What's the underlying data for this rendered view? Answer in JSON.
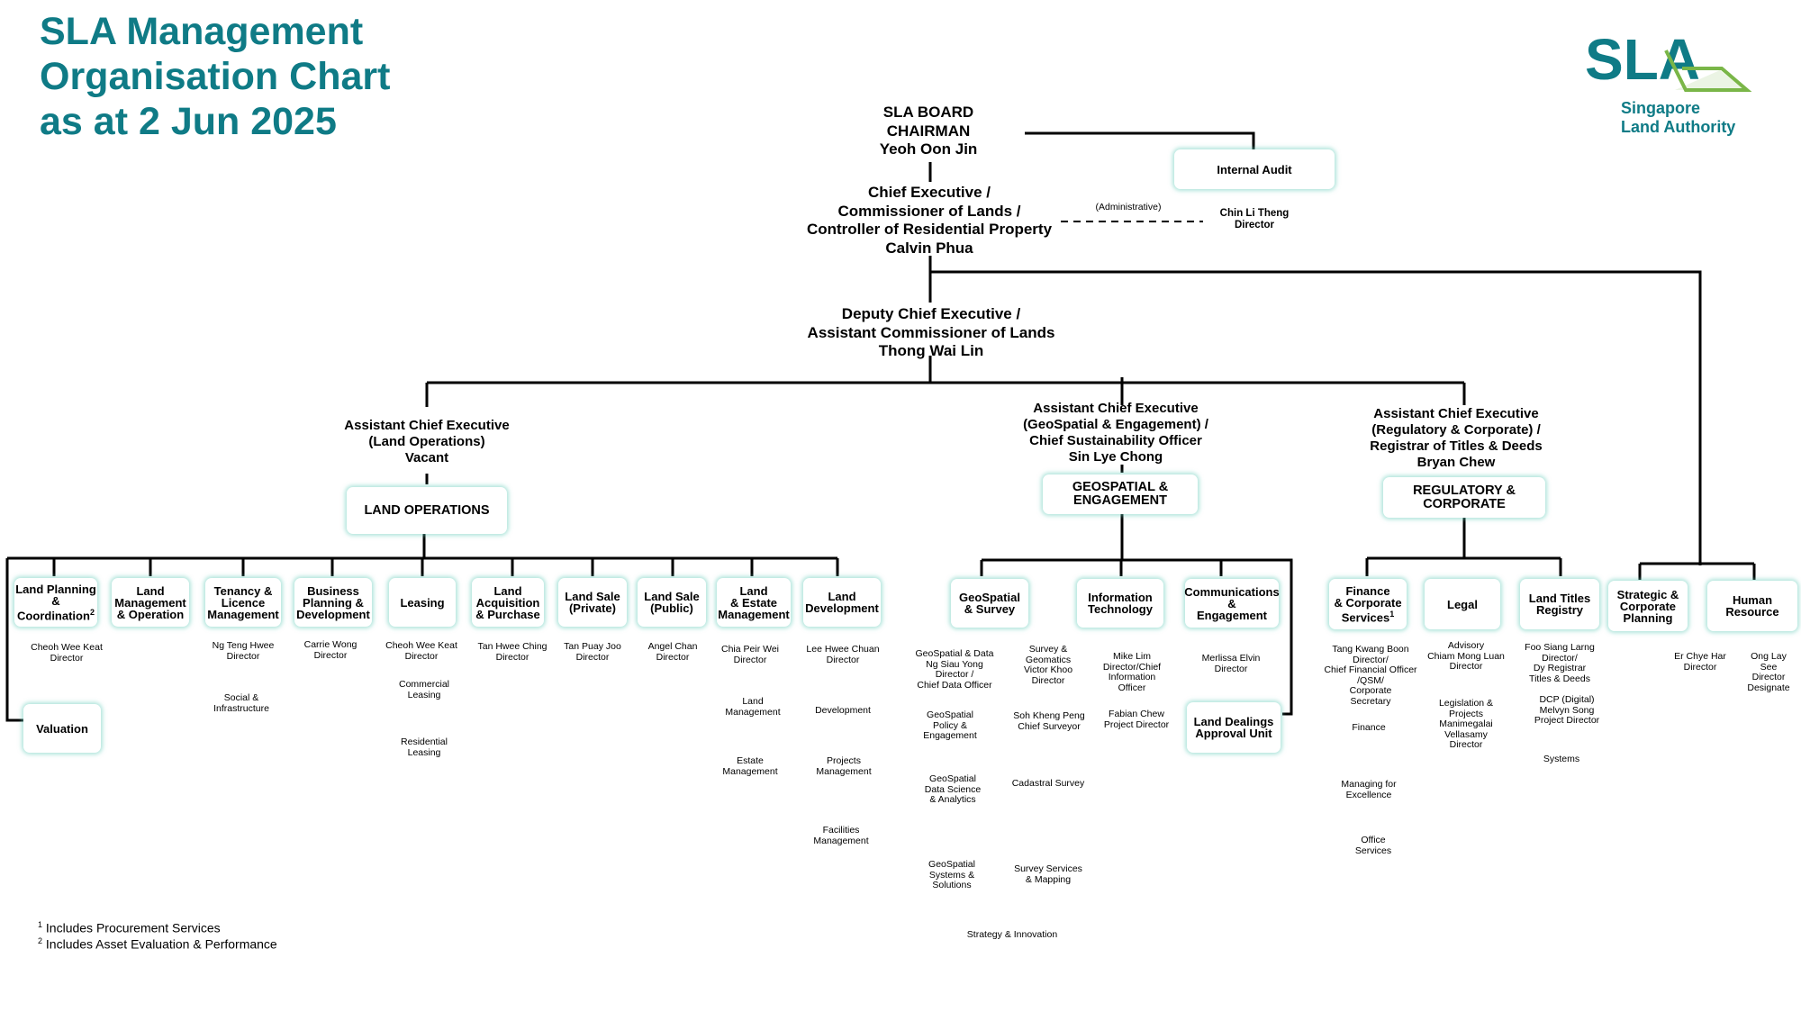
{
  "title": "SLA Management\nOrganisation Chart\nas at 2 Jun 2025",
  "logo": {
    "mark": "SLA",
    "name": "Singapore\nLand Authority",
    "teal": "#0f7b86",
    "green": "#7ab648"
  },
  "colors": {
    "title": "#0f7b86",
    "box_glow": "#6ecdbe",
    "line": "#000000"
  },
  "board": {
    "text": "SLA BOARD\nCHAIRMAN\nYeoh Oon Jin"
  },
  "ceo": {
    "text": "Chief Executive /\nCommissioner of Lands /\nController of Residential Property\nCalvin Phua"
  },
  "administrative": "(Administrative)",
  "internal_audit": {
    "label": "Internal Audit",
    "person": "Chin Li Theng\nDirector"
  },
  "dce": {
    "text": "Deputy Chief Executive /\nAssistant Commissioner of Lands\nThong Wai Lin"
  },
  "ace_land": {
    "text": "Assistant Chief Executive\n(Land Operations)\nVacant",
    "group": "LAND OPERATIONS"
  },
  "ace_geo": {
    "text": "Assistant Chief Executive\n(GeoSpatial & Engagement) /\nChief Sustainability Officer\nSin Lye Chong",
    "group": "GEOSPATIAL &\nENGAGEMENT"
  },
  "ace_reg": {
    "text": "Assistant Chief Executive\n(Regulatory & Corporate) /\nRegistrar of Titles & Deeds\nBryan Chew",
    "group": "REGULATORY &\nCORPORATE"
  },
  "land_units": {
    "land_planning": {
      "label": "Land Planning\n&\nCoordination",
      "sup": "2",
      "person": "Cheoh Wee Keat\nDirector"
    },
    "valuation": {
      "label": "Valuation"
    },
    "land_mgmt": {
      "label": "Land\nManagement\n& Operation"
    },
    "tenancy": {
      "label": "Tenancy &\nLicence\nManagement",
      "person": "Ng Teng Hwee\nDirector",
      "sub1": "Social &\nInfrastructure"
    },
    "business": {
      "label": "Business\nPlanning &\nDevelopment",
      "person": "Carrie Wong\nDirector"
    },
    "leasing": {
      "label": "Leasing",
      "person": "Cheoh Wee Keat\nDirector",
      "sub1": "Commercial\nLeasing",
      "sub2": "Residential\nLeasing"
    },
    "acquisition": {
      "label": "Land\nAcquisition\n& Purchase",
      "person": "Tan Hwee Ching\nDirector"
    },
    "sale_private": {
      "label": "Land Sale\n(Private)",
      "person": "Tan Puay Joo\nDirector"
    },
    "sale_public": {
      "label": "Land Sale\n(Public)",
      "person": "Angel Chan\nDirector"
    },
    "estate": {
      "label": "Land\n& Estate\nManagement",
      "person": "Chia Peir Wei\nDirector",
      "sub1": "Land\nManagement",
      "sub2": "Estate\nManagement"
    },
    "development": {
      "label": "Land\nDevelopment",
      "person": "Lee Hwee Chuan\nDirector",
      "sub1": "Development",
      "sub2": "Projects\nManagement",
      "sub3": "Facilities\nManagement"
    }
  },
  "geo_units": {
    "geospatial": {
      "label": "GeoSpatial\n& Survey",
      "left1": "GeoSpatial & Data\nNg Siau Yong\nDirector /\nChief Data Officer",
      "left2": "GeoSpatial\nPolicy &\nEngagement",
      "left3": "GeoSpatial\nData Science\n& Analytics",
      "left4": "GeoSpatial\nSystems &\nSolutions",
      "right1": "Survey &\nGeomatics\nVictor Khoo\nDirector",
      "right2": "Soh Kheng Peng\nChief Surveyor",
      "right3": "Cadastral Survey",
      "right4": "Survey Services\n& Mapping",
      "bottom": "Strategy & Innovation"
    },
    "it": {
      "label": "Information\nTechnology",
      "person": "Mike Lim\nDirector/Chief\nInformation\nOfficer",
      "sub1": "Fabian Chew\nProject Director"
    },
    "comms": {
      "label": "Communications\n&\nEngagement",
      "person": "Merlissa Elvin\nDirector"
    },
    "dealings": {
      "label": "Land Dealings\nApproval Unit"
    }
  },
  "reg_units": {
    "finance": {
      "label": "Finance\n& Corporate\nServices",
      "sup": "1",
      "person": "Tang Kwang Boon\nDirector/\nChief Financial Officer\n/QSM/\nCorporate\nSecretary",
      "sub1": "Finance",
      "sub2": "Managing for\nExcellence",
      "sub3": "Office\nServices"
    },
    "legal": {
      "label": "Legal",
      "person": "Advisory\nChiam Mong Luan\nDirector",
      "sub1": "Legislation &\nProjects\nManimegalai\nVellasamy\nDirector"
    },
    "titles": {
      "label": "Land Titles\nRegistry",
      "person": "Foo Siang Larng\nDirector/\nDy Registrar\nTitles & Deeds",
      "sub1": "DCP (Digital)\nMelvyn Song\nProject Director",
      "sub2": "Systems"
    }
  },
  "ceo_units": {
    "strategic": {
      "label": "Strategic &\nCorporate\nPlanning",
      "person": "Er Chye Har\nDirector"
    },
    "hr": {
      "label": "Human\nResource",
      "person": "Ong Lay See\nDirector\nDesignate"
    }
  },
  "footnotes": {
    "n1": "Includes Procurement Services",
    "n2": "Includes Asset Evaluation & Performance"
  }
}
